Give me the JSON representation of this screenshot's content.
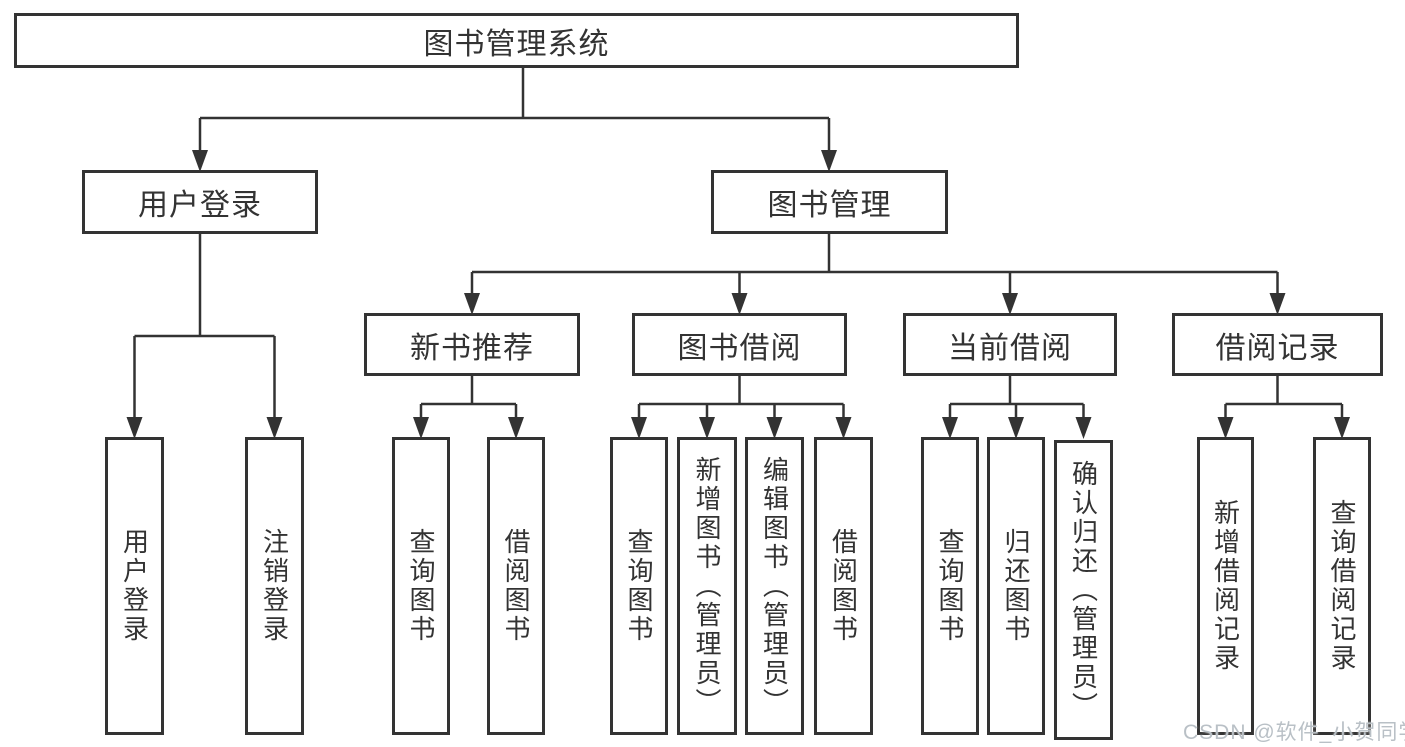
{
  "diagram": {
    "title_node": {
      "label": "图书管理系统"
    },
    "level2": [
      {
        "id": "user-login",
        "label": "用户登录"
      },
      {
        "id": "book-management",
        "label": "图书管理"
      }
    ],
    "level3": [
      {
        "id": "new-book-recommendation",
        "label": "新书推荐"
      },
      {
        "id": "book-borrowing",
        "label": "图书借阅"
      },
      {
        "id": "current-borrowing",
        "label": "当前借阅"
      },
      {
        "id": "borrowing-records",
        "label": "借阅记录"
      }
    ],
    "leaves": {
      "user_login": [
        "用户登录",
        "注销登录"
      ],
      "new_book": [
        "查询图书",
        "借阅图书"
      ],
      "borrowing": [
        "查询图书",
        "新增图书（管理员）",
        "编辑图书（管理员）",
        "借阅图书"
      ],
      "current": [
        "查询图书",
        "归还图书",
        "确认归还（管理员）"
      ],
      "records": [
        "新增借阅记录",
        "查询借阅记录"
      ]
    }
  },
  "watermark": "CSDN @软件_小贺同学",
  "colors": {
    "line": "#333333",
    "box_border": "#333333",
    "text": "#333333",
    "background": "#ffffff",
    "watermark": "#b9c0c6"
  }
}
